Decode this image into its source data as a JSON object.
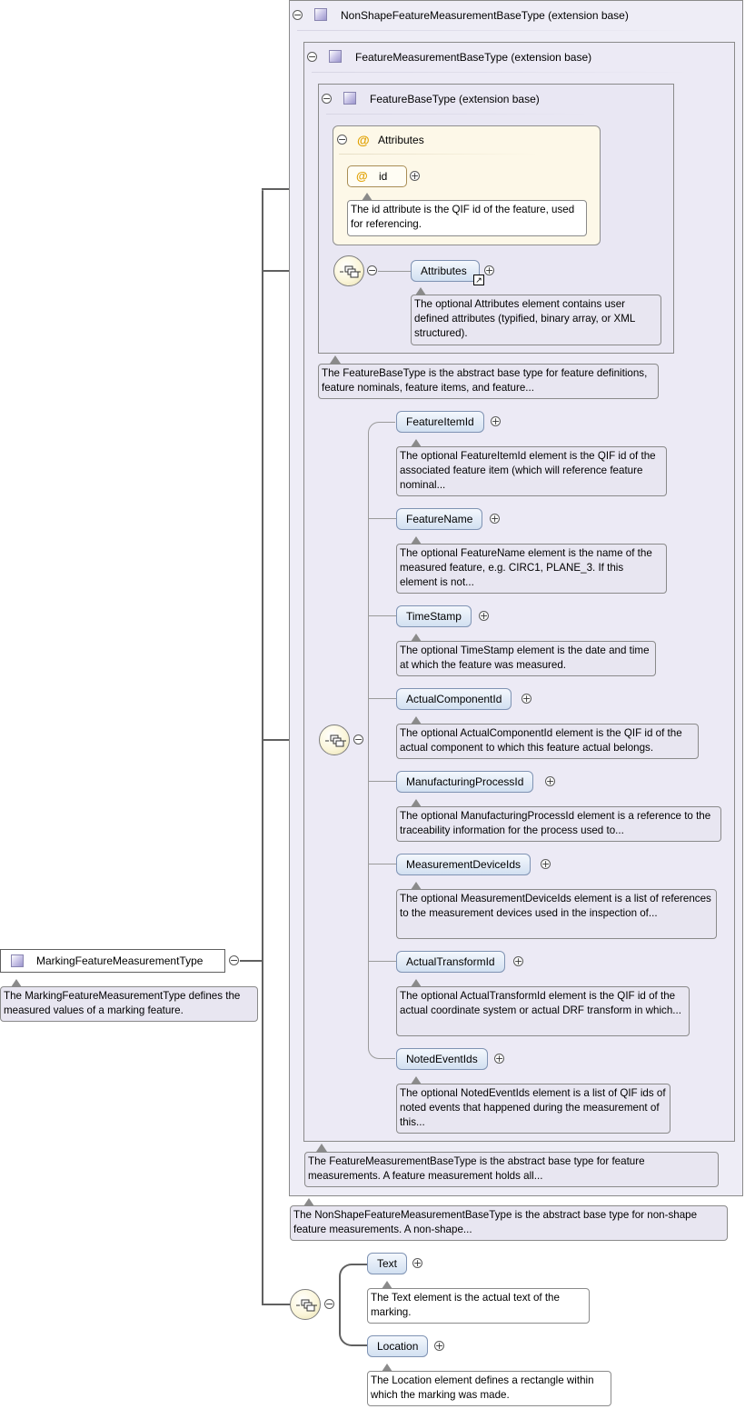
{
  "root": {
    "label": "MarkingFeatureMeasurementType",
    "note": "The MarkingFeatureMeasurementType defines the measured values of a marking feature."
  },
  "ext1": {
    "label": "NonShapeFeatureMeasurementBaseType (extension base)",
    "note": "The NonShapeFeatureMeasurementBaseType is the abstract base type for non-shape feature measurements. A non-shape..."
  },
  "ext2": {
    "label": "FeatureMeasurementBaseType (extension base)",
    "note": "The FeatureMeasurementBaseType is the abstract base type for feature measurements. A feature measurement holds all..."
  },
  "ext3": {
    "label": "FeatureBaseType (extension base)",
    "note": "The FeatureBaseType is the abstract base type for feature definitions, feature nominals, feature items, and feature..."
  },
  "attributes_group": {
    "label": "Attributes",
    "at_symbol": "@",
    "id_label": "id",
    "id_note": "The id attribute is the QIF id of the feature, used for referencing."
  },
  "attributes_element": {
    "label": "Attributes",
    "note": "The optional Attributes element contains user defined attributes (typified, binary array, or XML structured)."
  },
  "elements": [
    {
      "label": "FeatureItemId",
      "note": "The optional FeatureItemId element is the QIF id of the associated feature item (which will reference feature nominal..."
    },
    {
      "label": "FeatureName",
      "note": "The optional FeatureName element is the name of the measured feature, e.g. CIRC1, PLANE_3. If this element is not..."
    },
    {
      "label": "TimeStamp",
      "note": "The optional TimeStamp element is the date and time at which the feature was measured."
    },
    {
      "label": "ActualComponentId",
      "note": "The optional ActualComponentId element is the QIF id of the actual component to which this feature actual belongs."
    },
    {
      "label": "ManufacturingProcessId",
      "note": "The optional ManufacturingProcessId element is a reference to the traceability information for the process used to..."
    },
    {
      "label": "MeasurementDeviceIds",
      "note": "The optional MeasurementDeviceIds element is a list of references to the measurement devices used in the inspection of..."
    },
    {
      "label": "ActualTransformId",
      "note": "The optional ActualTransformId element is the QIF id of the actual coordinate system or actual DRF transform in which..."
    },
    {
      "label": "NotedEventIds",
      "note": "The optional NotedEventIds element is a list of QIF ids of noted events that happened during the measurement of this..."
    }
  ],
  "marking_elements": [
    {
      "label": "Text",
      "note": "The Text element is the actual text of the marking."
    },
    {
      "label": "Location",
      "note": "The Location element defines a rectangle within which the marking was made."
    }
  ],
  "symbols": {
    "collapse": "−",
    "expand": "+",
    "reference_arrow": "↗"
  },
  "colors": {
    "extension_frame": "#eeedf6",
    "attribute_frame": "#fdf8e8",
    "element_fill": "#d2e0f1",
    "note_fill": "#e8e6f1",
    "sequence_fill": "#fbf6da",
    "at_symbol": "#e0a000"
  }
}
